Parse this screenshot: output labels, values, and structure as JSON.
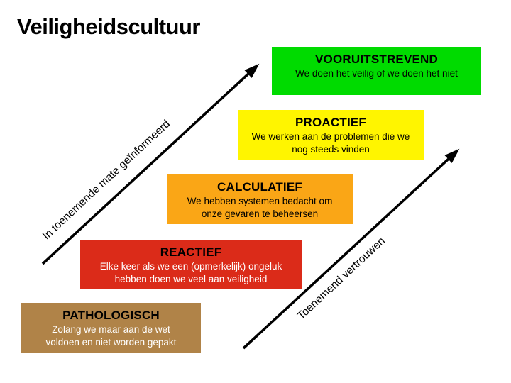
{
  "title": "Veiligheidscultuur",
  "levels": [
    {
      "id": "pathologisch",
      "name": "PATHOLOGISCH",
      "desc_lines": [
        "Zolang we maar aan de wet",
        "voldoen en niet worden gepakt"
      ],
      "color": "#B08348",
      "title_color": "#000000",
      "text_color": "#FFFFFF"
    },
    {
      "id": "reactief",
      "name": "REACTIEF",
      "desc_lines": [
        "Elke keer als we een (opmerkelijk) ongeluk",
        "hebben doen we veel aan veiligheid"
      ],
      "color": "#DB2B19",
      "title_color": "#000000",
      "text_color": "#FFFFFF"
    },
    {
      "id": "calculatief",
      "name": "CALCULATIEF",
      "desc_lines": [
        "We hebben systemen bedacht om",
        "onze gevaren te beheersen"
      ],
      "color": "#FAA616",
      "title_color": "#000000",
      "text_color": "#000000"
    },
    {
      "id": "proactief",
      "name": "PROACTIEF",
      "desc_lines": [
        "We werken aan de problemen die we",
        "nog steeds vinden"
      ],
      "color": "#FFF500",
      "title_color": "#000000",
      "text_color": "#000000"
    },
    {
      "id": "vooruitstrevend",
      "name": "VOORUITSTREVEND",
      "desc_lines": [
        "We doen het veilig of we doen het niet"
      ],
      "color": "#00DB00",
      "title_color": "#000000",
      "text_color": "#000000"
    }
  ],
  "arrows": {
    "color": "#000000",
    "left": {
      "label": "In toenemende mate geïnformeerd"
    },
    "right": {
      "label": "Toenemend vertrouwen"
    }
  }
}
